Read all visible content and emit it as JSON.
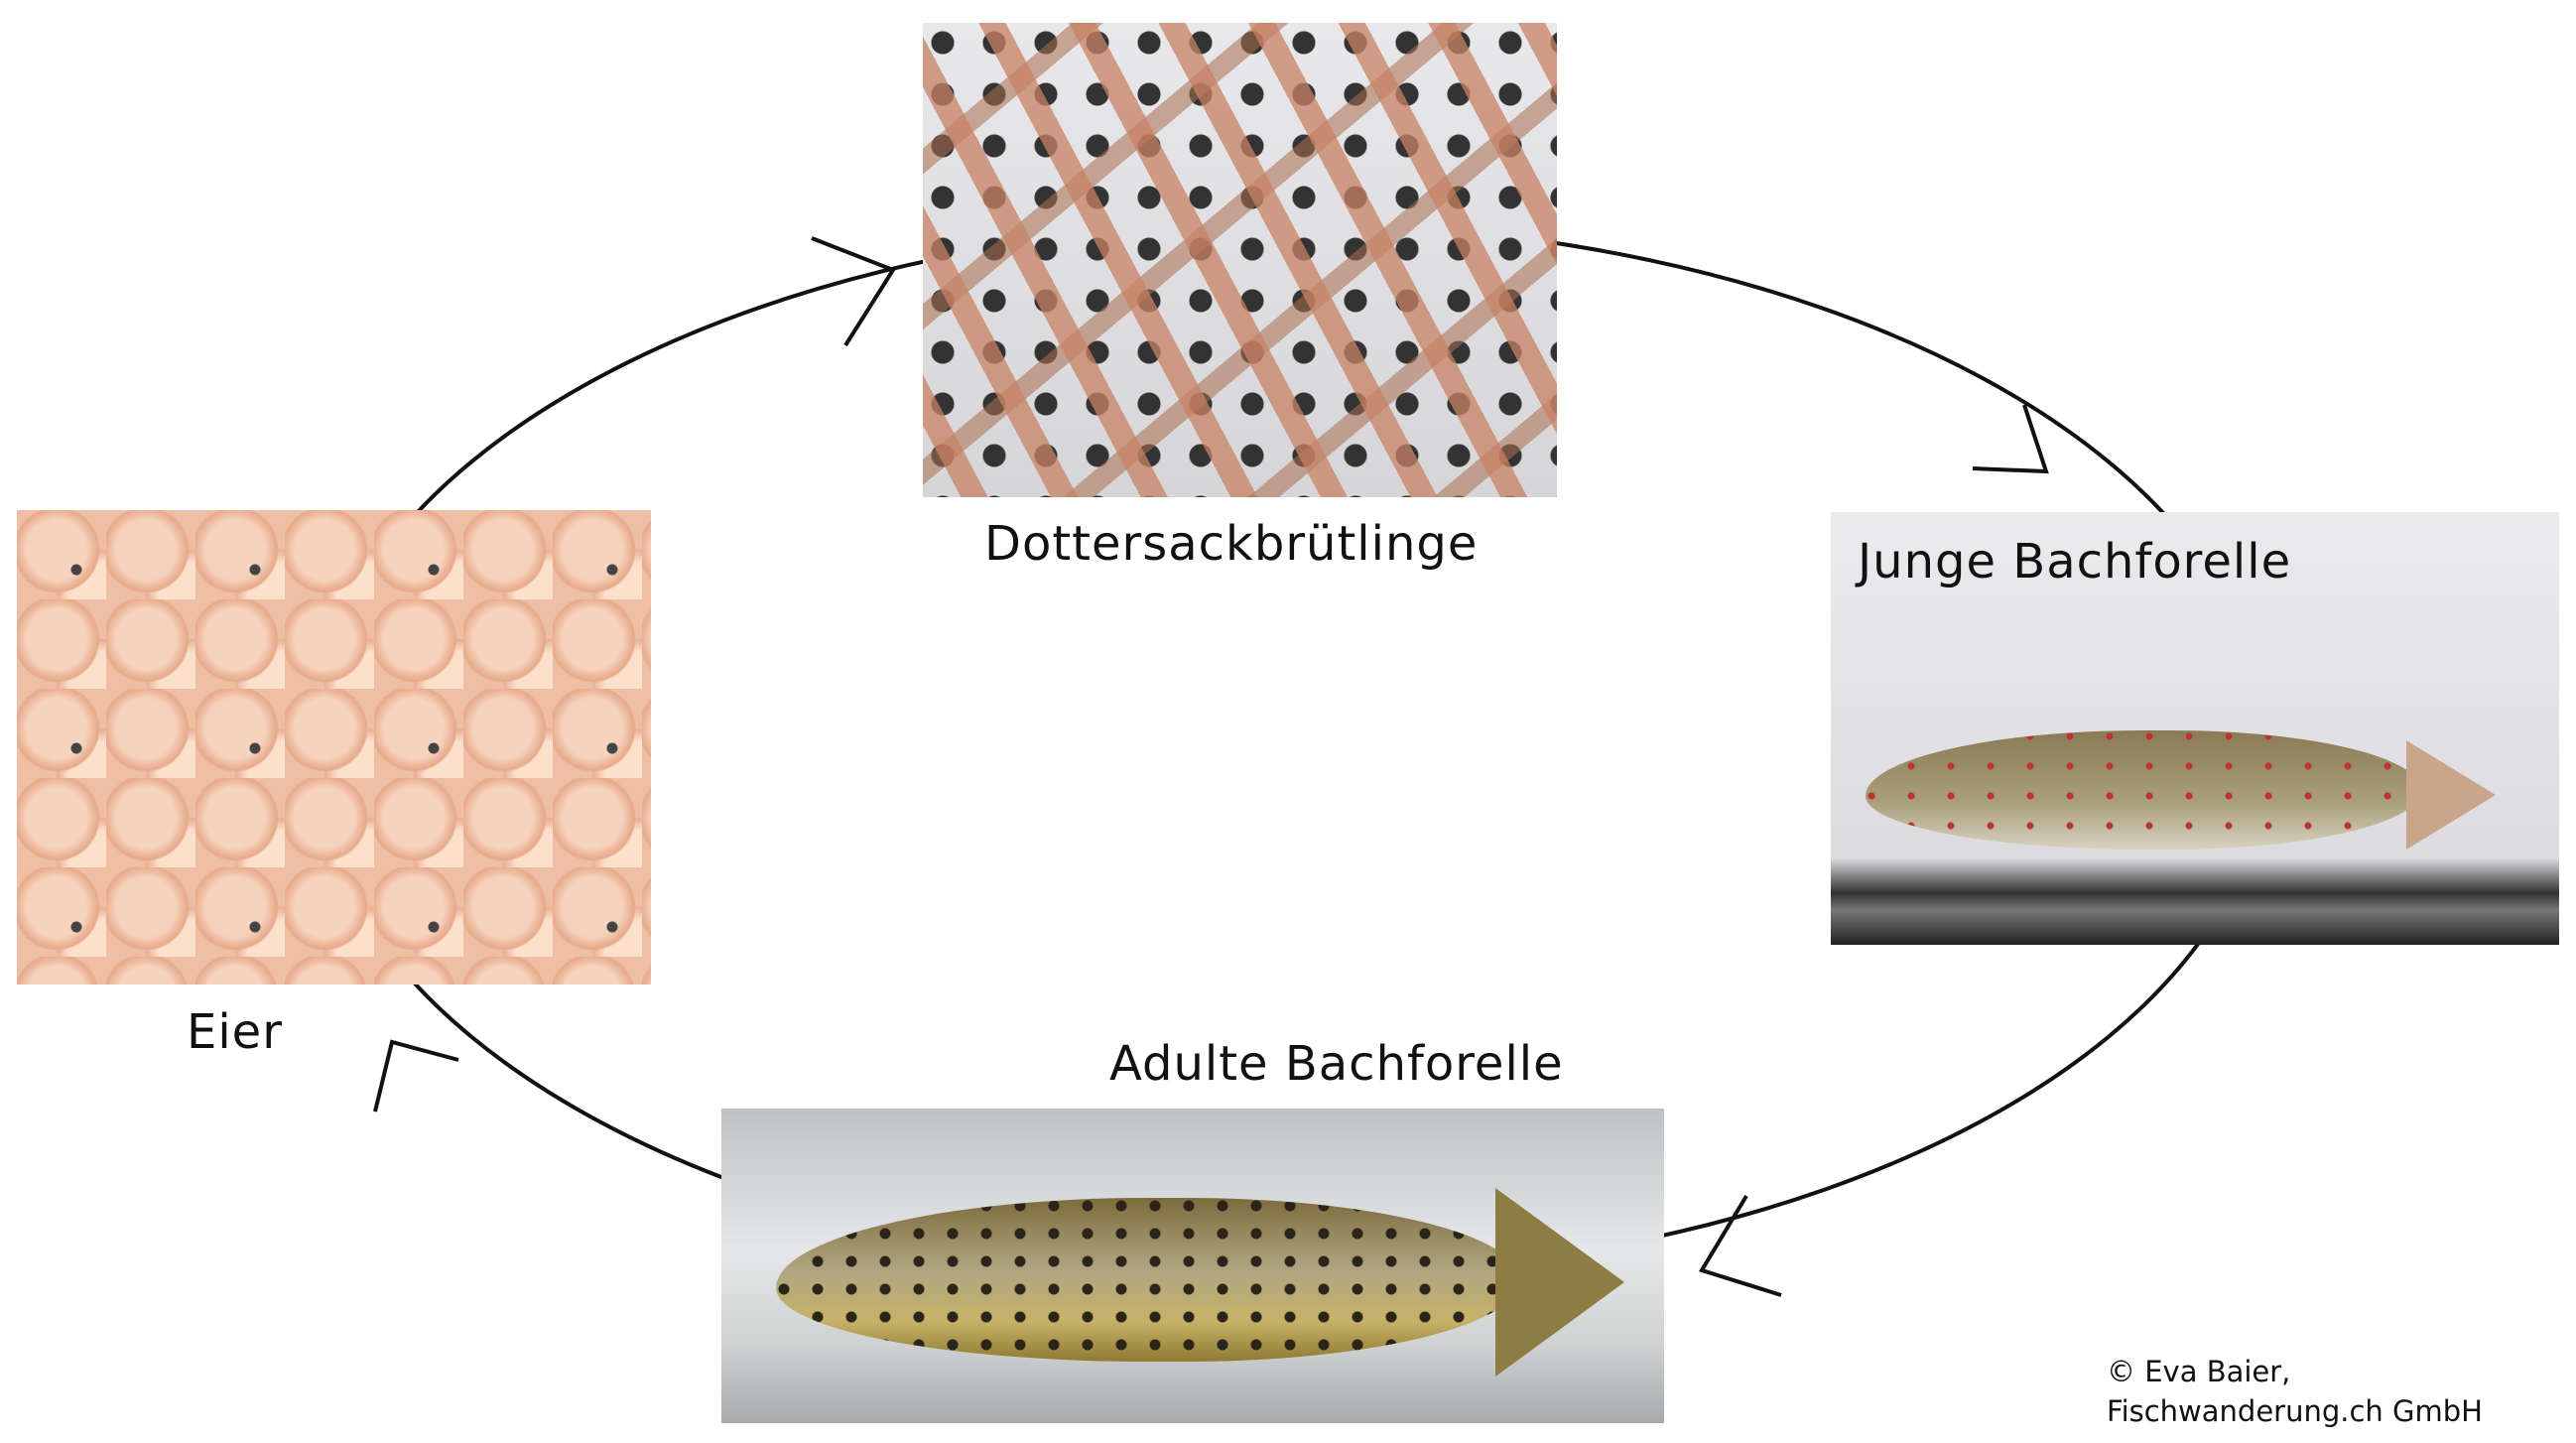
{
  "stages": {
    "larvae": {
      "label": "Dottersackbrütlinge"
    },
    "eggs": {
      "label": "Eier"
    },
    "young": {
      "label": "Junge Bachforelle"
    },
    "adult": {
      "label": "Adulte Bachforelle"
    }
  },
  "credit": {
    "line1": "© Eva Baier,",
    "line2": "Fischwanderung.ch GmbH"
  }
}
